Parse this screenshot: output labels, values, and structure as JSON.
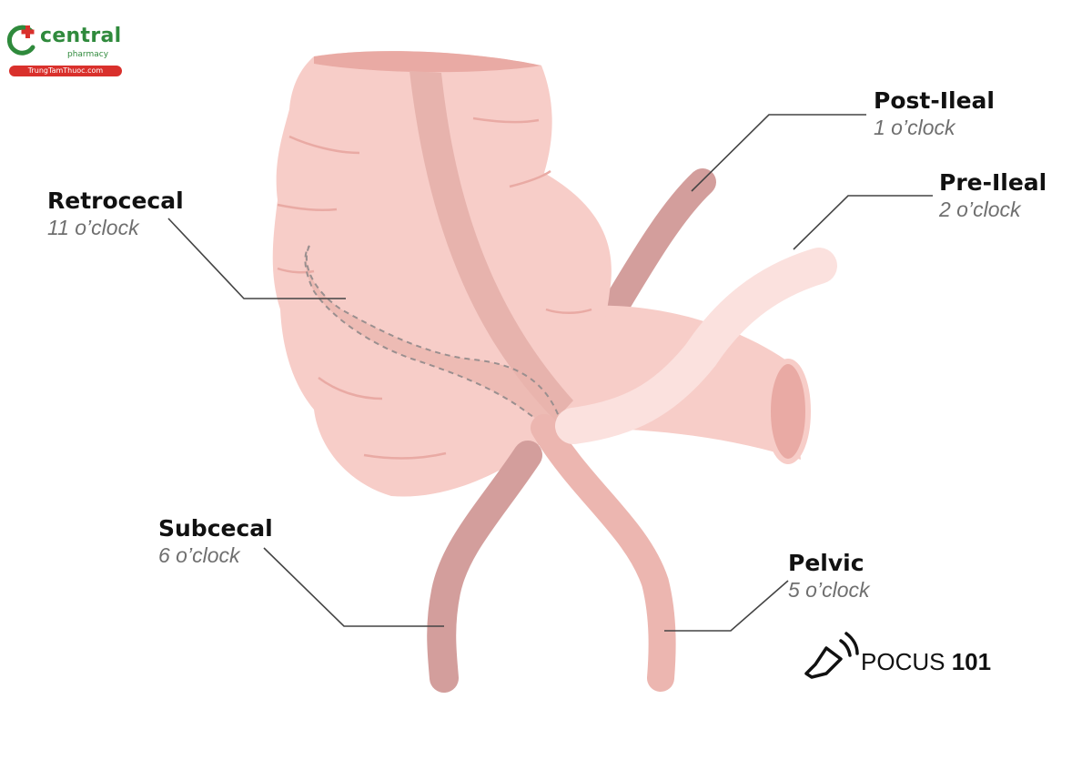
{
  "brand": {
    "name": "central",
    "sub": "pharmacy",
    "url": "TrungTamThuoc.com",
    "colors": {
      "green": "#2f8a3c",
      "red": "#d9302c"
    }
  },
  "watermark": {
    "text": "POCUS",
    "number": "101"
  },
  "positions": [
    {
      "key": "post_ileal",
      "title": "Post-Ileal",
      "clock": "1 o’clock"
    },
    {
      "key": "pre_ileal",
      "title": "Pre-Ileal",
      "clock": "2 o’clock"
    },
    {
      "key": "retrocecal",
      "title": "Retrocecal",
      "clock": "11 o’clock"
    },
    {
      "key": "subcecal",
      "title": "Subcecal",
      "clock": "6 o’clock"
    },
    {
      "key": "pelvic",
      "title": "Pelvic",
      "clock": "5 o’clock"
    }
  ],
  "colors": {
    "cecum": "#f7cdc8",
    "cecum_dark": "#e9aaa4",
    "appendix_dark": "#d39e9c",
    "appendix_pale": "#fbe1de",
    "pelvic_appendix": "#ecb6b0",
    "leader_line": "#444444"
  }
}
